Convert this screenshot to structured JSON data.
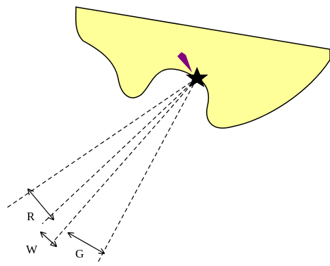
{
  "labels": {
    "r": "R",
    "w": "W",
    "g": "G"
  },
  "colors": {
    "land": "#ffff99",
    "outline": "#000000",
    "marker": "#800080",
    "star": "#000000"
  },
  "icons": {
    "star": "star-icon"
  }
}
